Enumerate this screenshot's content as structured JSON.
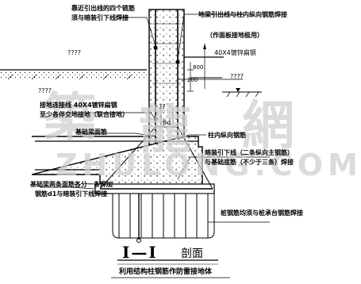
{
  "labels": {
    "top_left_1": "靠近引出线的四个链筋",
    "top_left_2": "须与暗装引下线焊接",
    "top_right_1": "地梁引出线与柱内纵向钢筋焊接",
    "top_right_2": "（作面板接地极用）",
    "steel": "40X4镀锌扁钢",
    "q_top_left": "????",
    "q_top_right": "????",
    "dim_800": "800",
    "dim_200": "200",
    "q_mid_left": "????",
    "conn_1": "接地连接线 40X4镀锌扁钢",
    "conn_2": "至少各伴交地接地（联合接地）",
    "q_col": "??",
    "rebar_6d": "6d",
    "beam_top": "基础梁面筋",
    "longitudinal": "柱内纵向钢筋",
    "down_1": "暗装引下线（二条纵向主钢筋）",
    "down_2": "与基础底筋（不少于三条）焊接",
    "base_1": "基础梁两条面筋各分一条焊加",
    "base_2": "钢筋d1与暗装引下线焊接",
    "pile": "桩钢筋均须与桩承台钢筋焊接",
    "section_roman": "I—I",
    "section_word": "剖面",
    "caption": "利用结构柱钢筋作防雷接地体"
  },
  "watermark": {
    "cn1": "築",
    "cn2": "龍",
    "cn3": "網",
    "en": "ZHULONG.COM"
  }
}
